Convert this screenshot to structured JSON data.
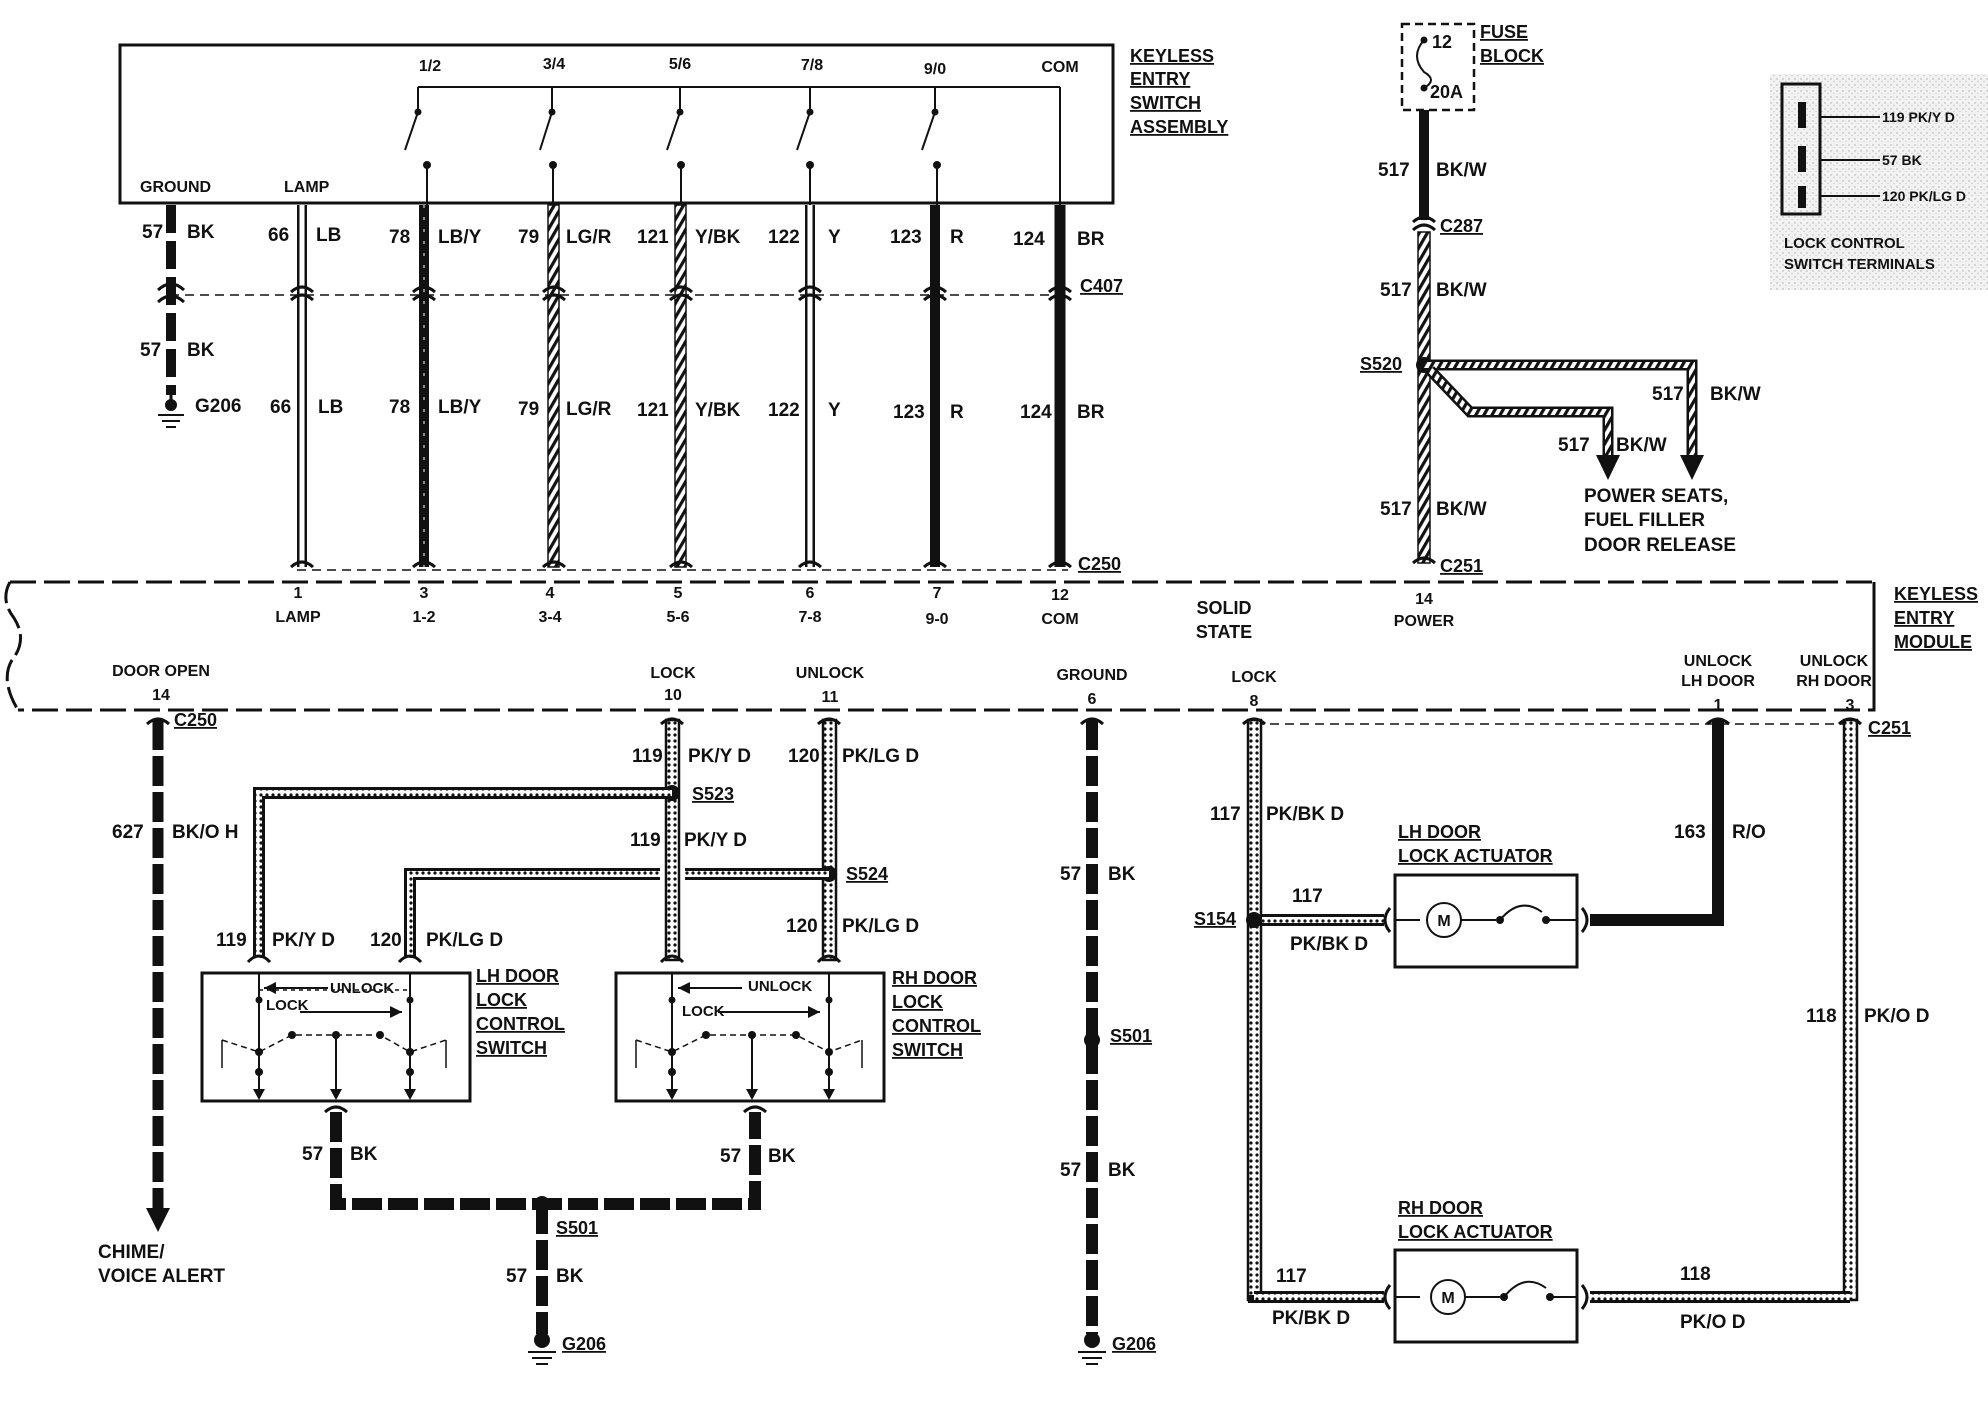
{
  "switch_assembly": {
    "title": [
      "KEYLESS",
      "ENTRY",
      "SWITCH",
      "ASSEMBLY"
    ],
    "buttons": [
      "1/2",
      "3/4",
      "5/6",
      "7/8",
      "9/0",
      "COM"
    ],
    "ground": "GROUND",
    "lamp": "LAMP"
  },
  "upper_wires": [
    {
      "num": "57",
      "color": "BK"
    },
    {
      "num": "66",
      "color": "LB"
    },
    {
      "num": "78",
      "color": "LB/Y"
    },
    {
      "num": "79",
      "color": "LG/R"
    },
    {
      "num": "121",
      "color": "Y/BK"
    },
    {
      "num": "122",
      "color": "Y"
    },
    {
      "num": "123",
      "color": "R"
    },
    {
      "num": "124",
      "color": "BR"
    }
  ],
  "connectors": {
    "c407": "C407",
    "c250": "C250",
    "c251": "C251",
    "c287": "C287",
    "g206": "G206"
  },
  "fuse": {
    "num": "12",
    "amp": "20A",
    "label": [
      "FUSE",
      "BLOCK"
    ]
  },
  "power": {
    "wire_num": "517",
    "wire_color": "BK/W",
    "splice": "S520",
    "destination": [
      "POWER SEATS,",
      "FUEL FILLER",
      "DOOR RELEASE"
    ]
  },
  "inset": {
    "pins": [
      "119 PK/Y D",
      "57 BK",
      "120 PK/LG D"
    ],
    "caption": [
      "LOCK CONTROL",
      "SWITCH TERMINALS"
    ]
  },
  "module": {
    "title": [
      "KEYLESS",
      "ENTRY",
      "MODULE"
    ],
    "center": [
      "SOLID",
      "STATE"
    ],
    "top_pins": [
      {
        "num": "1",
        "name": "LAMP"
      },
      {
        "num": "3",
        "name": "1-2"
      },
      {
        "num": "4",
        "name": "3-4"
      },
      {
        "num": "5",
        "name": "5-6"
      },
      {
        "num": "6",
        "name": "7-8"
      },
      {
        "num": "7",
        "name": "9-0"
      },
      {
        "num": "12",
        "name": "COM"
      },
      {
        "num": "14",
        "name": "POWER"
      }
    ],
    "bottom_pins": [
      {
        "name": "DOOR OPEN",
        "num": "14"
      },
      {
        "name": "LOCK",
        "num": "10"
      },
      {
        "name": "UNLOCK",
        "num": "11"
      },
      {
        "name": "GROUND",
        "num": "6"
      },
      {
        "name": "LOCK",
        "num": "8"
      },
      {
        "name": "UNLOCK",
        "name2": "LH DOOR",
        "num": "1"
      },
      {
        "name": "UNLOCK",
        "name2": "RH DOOR",
        "num": "3"
      }
    ]
  },
  "lower_wires": {
    "w627": {
      "num": "627",
      "color": "BK/O H"
    },
    "w119": {
      "num": "119",
      "color": "PK/Y D"
    },
    "w120": {
      "num": "120",
      "color": "PK/LG D"
    },
    "w57": {
      "num": "57",
      "color": "BK"
    },
    "w117": {
      "num": "117",
      "color": "PK/BK D"
    },
    "w163": {
      "num": "163",
      "color": "R/O"
    },
    "w118": {
      "num": "118",
      "color": "PK/O D"
    }
  },
  "splices": {
    "s523": "S523",
    "s524": "S524",
    "s501": "S501",
    "s154": "S154"
  },
  "chime": [
    "CHIME/",
    "VOICE ALERT"
  ],
  "lh_switch": {
    "title": [
      "LH DOOR",
      "LOCK",
      "CONTROL",
      "SWITCH"
    ],
    "unlock": "UNLOCK",
    "lock": "LOCK"
  },
  "rh_switch": {
    "title": [
      "RH DOOR",
      "LOCK",
      "CONTROL",
      "SWITCH"
    ],
    "unlock": "UNLOCK",
    "lock": "LOCK"
  },
  "lh_actuator": {
    "title": [
      "LH DOOR",
      "LOCK ACTUATOR"
    ],
    "motor": "M"
  },
  "rh_actuator": {
    "title": [
      "RH DOOR",
      "LOCK ACTUATOR"
    ],
    "motor": "M"
  }
}
